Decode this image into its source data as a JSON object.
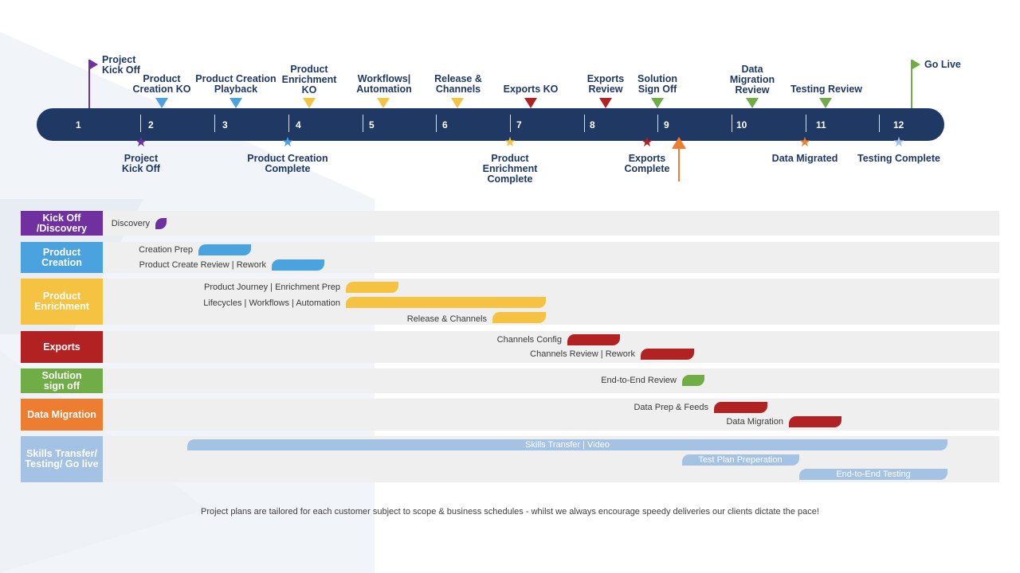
{
  "colors": {
    "navy": "#1f3864",
    "purple": "#7030a0",
    "blue": "#4aa3df",
    "yellow": "#f5c242",
    "red": "#b22222",
    "green": "#70ad47",
    "orange": "#ed7d31",
    "lightblue": "#a4c2e3",
    "row_bg": "#efefef"
  },
  "timeline": {
    "months": [
      "1",
      "2",
      "3",
      "4",
      "5",
      "6",
      "7",
      "8",
      "9",
      "10",
      "11",
      "12"
    ],
    "start_flag": "Project Kick Off",
    "end_flag": "Go Live",
    "top_milestones": [
      {
        "label": "Product Creation KO",
        "color": "blue"
      },
      {
        "label": "Product Creation Playback",
        "color": "blue"
      },
      {
        "label": "Product Enrichment KO",
        "color": "yellow"
      },
      {
        "label": "Workflows| Automation",
        "color": "yellow"
      },
      {
        "label": "Release & Channels",
        "color": "yellow"
      },
      {
        "label": "Exports KO",
        "color": "red"
      },
      {
        "label": "Exports Review",
        "color": "red"
      },
      {
        "label": "Solution Sign Off",
        "color": "green"
      },
      {
        "label": "Data Migration Review",
        "color": "green"
      },
      {
        "label": "Testing Review",
        "color": "green"
      }
    ],
    "bottom_milestones": [
      {
        "label": "Project Kick Off",
        "color": "purple"
      },
      {
        "label": "Product Creation Complete",
        "color": "blue"
      },
      {
        "label": "Product Enrichment Complete",
        "color": "yellow"
      },
      {
        "label": "Exports Complete",
        "color": "red"
      },
      {
        "label": "Data Migrated",
        "color": "orange"
      },
      {
        "label": "Testing Complete",
        "color": "lightblue"
      }
    ]
  },
  "categories": [
    {
      "label": "Kick Off /Discovery",
      "color": "purple"
    },
    {
      "label": "Product Creation",
      "color": "blue"
    },
    {
      "label": "Product Enrichment",
      "color": "yellow"
    },
    {
      "label": "Exports",
      "color": "red"
    },
    {
      "label": "Solution sign off",
      "color": "green"
    },
    {
      "label": "Data Migration",
      "color": "orange"
    },
    {
      "label": "Skills Transfer/ Testing/ Go live",
      "color": "lightblue"
    }
  ],
  "tasks": [
    {
      "label": "Discovery",
      "color": "purple"
    },
    {
      "label": "Creation Prep",
      "color": "blue"
    },
    {
      "label": "Product Create Review | Rework",
      "color": "blue"
    },
    {
      "label": "Product Journey | Enrichment Prep",
      "color": "yellow"
    },
    {
      "label": "Lifecycles | Workflows | Automation",
      "color": "yellow"
    },
    {
      "label": "Release & Channels",
      "color": "yellow"
    },
    {
      "label": "Channels Config",
      "color": "red"
    },
    {
      "label": "Channels Review | Rework",
      "color": "red"
    },
    {
      "label": "End-to-End Review",
      "color": "green"
    },
    {
      "label": "Data Prep & Feeds",
      "color": "red"
    },
    {
      "label": "Data Migration",
      "color": "red"
    },
    {
      "label": "Skills Transfer | Video",
      "color": "lightblue"
    },
    {
      "label": "Test Plan Preperation",
      "color": "lightblue"
    },
    {
      "label": "End-to-End Testing",
      "color": "lightblue"
    }
  ],
  "footnote": "Project plans are tailored for each customer subject to scope & business schedules - whilst we always encourage speedy deliveries our clients dictate the pace!"
}
